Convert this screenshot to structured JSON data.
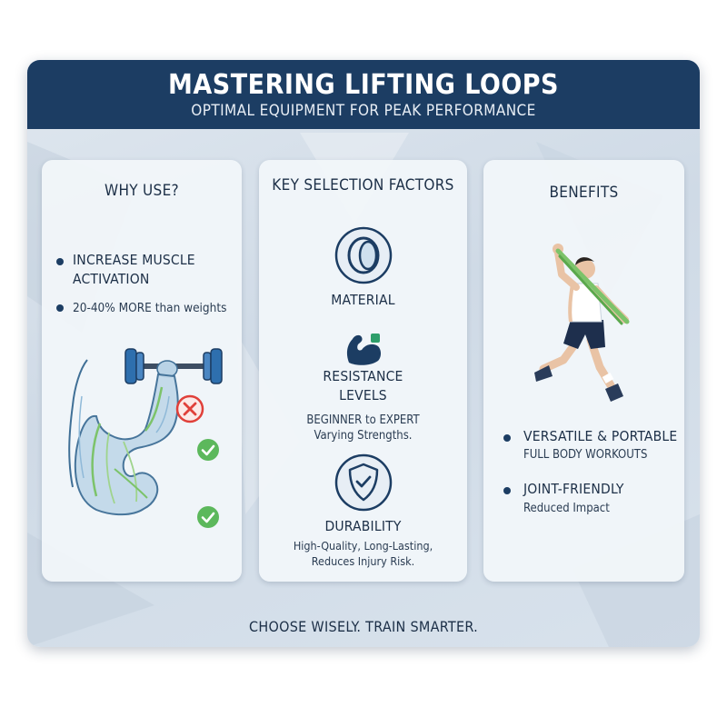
{
  "header": {
    "title": "MASTERING LIFTING LOOPS",
    "subtitle": "OPTIMAL EQUIPMENT FOR PEAK PERFORMANCE"
  },
  "why_use": {
    "title": "WHY USE?",
    "point_1_line_1": "INCREASE MUSCLE",
    "point_1_line_2": "ACTIVATION",
    "point_2": "20-40% MORE than weights"
  },
  "selection": {
    "title": "KEY SELECTION FACTORS",
    "material": "MATERIAL",
    "resistance_line_1": "RESISTANCE",
    "resistance_line_2": "LEVELS",
    "resistance_desc_1": "BEGINNER to EXPERT",
    "resistance_desc_2": "Varying Strengths.",
    "durability": "DURABILITY",
    "durability_desc_1": "High-Quality, Long-Lasting,",
    "durability_desc_2": "Reduces Injury Risk."
  },
  "benefits": {
    "title": "BENEFITS",
    "item_1_title": "VERSATILE & PORTABLE",
    "item_1_desc": "FULL BODY WORKOUTS",
    "item_2_title": "JOINT-FRIENDLY",
    "item_2_desc": "Reduced Impact"
  },
  "footer": "CHOOSE WISELY. TRAIN SMARTER.",
  "colors": {
    "header_bg": "#1c3d63",
    "card_bg": "#f2f6fa",
    "accent_green": "#7cc36a",
    "error_red": "#e0403a",
    "text_dark": "#1c2f47"
  },
  "icons": {
    "material": "band-ring-icon",
    "resistance": "flexed-arm-icon",
    "durability": "shield-check-icon",
    "muscle_figure": "muscle-anatomy-illustration",
    "runner": "runner-with-band-illustration"
  }
}
